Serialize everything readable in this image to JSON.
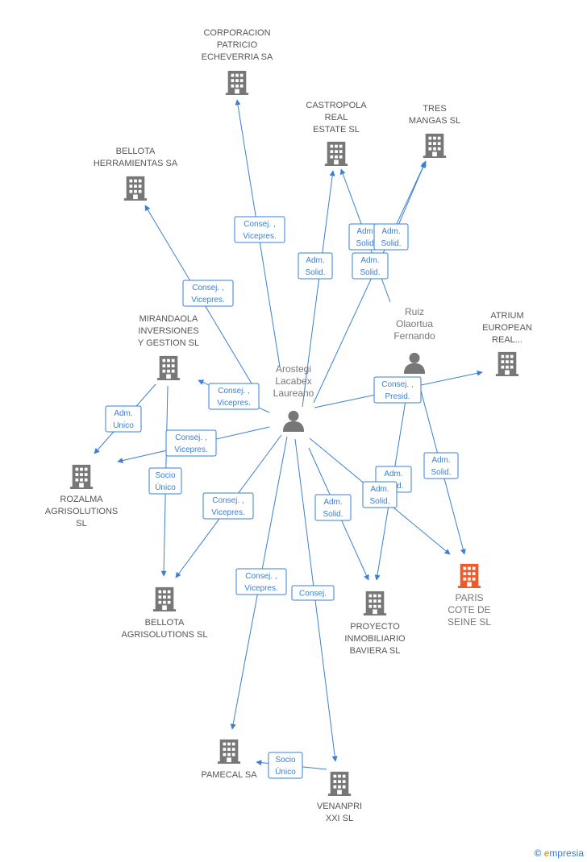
{
  "nodes": [
    {
      "id": "corporacion",
      "type": "company",
      "label": [
        "CORPORACION",
        "PATRICIO",
        "ECHEVERRIA SA"
      ],
      "color": "#777777"
    },
    {
      "id": "castropola",
      "type": "company",
      "label": [
        "CASTROPOLA",
        "REAL",
        "ESTATE SL"
      ],
      "color": "#777777"
    },
    {
      "id": "tres",
      "type": "company",
      "label": [
        "TRES",
        "MANGAS SL"
      ],
      "color": "#777777"
    },
    {
      "id": "bellota_herr",
      "type": "company",
      "label": [
        "BELLOTA",
        "HERRAMIENTAS SA"
      ],
      "color": "#777777"
    },
    {
      "id": "ruiz",
      "type": "person",
      "label": [
        "Ruiz",
        "Olaortua",
        "Fernando"
      ],
      "color": "#777777"
    },
    {
      "id": "atrium",
      "type": "company",
      "label": [
        "ATRIUM",
        "EUROPEAN",
        "REAL..."
      ],
      "color": "#777777"
    },
    {
      "id": "mirandaola",
      "type": "company",
      "label": [
        "MIRANDAOLA",
        "INVERSIONES",
        "Y GESTION SL"
      ],
      "color": "#777777"
    },
    {
      "id": "arostegi",
      "type": "person",
      "label": [
        "Arostegi",
        "Lacabex",
        "Laureano"
      ],
      "color": "#777777"
    },
    {
      "id": "rozalma",
      "type": "company",
      "label": [
        "ROZALMA",
        "AGRISOLUTIONS",
        "SL"
      ],
      "color": "#777777"
    },
    {
      "id": "paris",
      "type": "company",
      "label": [
        "PARIS",
        "COTE DE",
        "SEINE SL"
      ],
      "color": "#f05a28"
    },
    {
      "id": "bellota_agri",
      "type": "company",
      "label": [
        "BELLOTA",
        "AGRISOLUTIONS SL"
      ],
      "color": "#777777"
    },
    {
      "id": "proyecto",
      "type": "company",
      "label": [
        "PROYECTO",
        "INMOBILIARIO",
        "BAVIERA SL"
      ],
      "color": "#777777"
    },
    {
      "id": "pamecal",
      "type": "company",
      "label": [
        "PAMECAL SA"
      ],
      "color": "#777777"
    },
    {
      "id": "venanpri",
      "type": "company",
      "label": [
        "VENANPRI",
        "XXI SL"
      ],
      "color": "#777777"
    }
  ],
  "edges": [
    {
      "from": "arostegi",
      "to": "corporacion",
      "label": [
        "Consej. ,",
        "Vicepres."
      ]
    },
    {
      "from": "arostegi",
      "to": "bellota_herr",
      "label": [
        "Consej. ,",
        "Vicepres."
      ]
    },
    {
      "from": "arostegi",
      "to": "castropola",
      "label": [
        "Adm.",
        "Solid."
      ]
    },
    {
      "from": "arostegi",
      "to": "tres",
      "label": [
        "Adm.",
        "Solid."
      ]
    },
    {
      "from": "ruiz",
      "to": "castropola",
      "label": [
        "Adm.",
        "Solid."
      ]
    },
    {
      "from": "ruiz",
      "to": "tres",
      "label": [
        "Adm.",
        "Solid."
      ]
    },
    {
      "from": "arostegi",
      "to": "mirandaola",
      "label": [
        "Consej. ,",
        "Vicepres."
      ]
    },
    {
      "from": "arostegi",
      "to": "atrium",
      "label": [
        "Consej. ,",
        "Presid."
      ]
    },
    {
      "from": "mirandaola",
      "to": "rozalma",
      "label": [
        "Adm.",
        "Unico"
      ]
    },
    {
      "from": "arostegi",
      "to": "rozalma",
      "label": [
        "Consej. ,",
        "Vicepres."
      ]
    },
    {
      "from": "mirandaola",
      "to": "bellota_agri",
      "label": [
        "Socio",
        "Único"
      ]
    },
    {
      "from": "arostegi",
      "to": "bellota_agri",
      "label": [
        "Consej. ,",
        "Vicepres."
      ]
    },
    {
      "from": "ruiz",
      "to": "paris",
      "label": [
        "Adm.",
        "Solid."
      ]
    },
    {
      "from": "ruiz",
      "to": "proyecto",
      "label": [
        "Adm.",
        "Solid."
      ]
    },
    {
      "from": "arostegi",
      "to": "paris",
      "label": [
        "Adm.",
        "Solid."
      ]
    },
    {
      "from": "arostegi",
      "to": "proyecto",
      "label": [
        "Adm.",
        "Solid."
      ]
    },
    {
      "from": "arostegi",
      "to": "pamecal",
      "label": [
        "Consej. ,",
        "Vicepres."
      ]
    },
    {
      "from": "arostegi",
      "to": "venanpri",
      "label": [
        "Consej."
      ]
    },
    {
      "from": "venanpri",
      "to": "pamecal",
      "label": [
        "Socio",
        "Único"
      ]
    }
  ],
  "footer": {
    "copyright": "©",
    "brand_initial": "e",
    "brand_rest": "mpresia"
  }
}
